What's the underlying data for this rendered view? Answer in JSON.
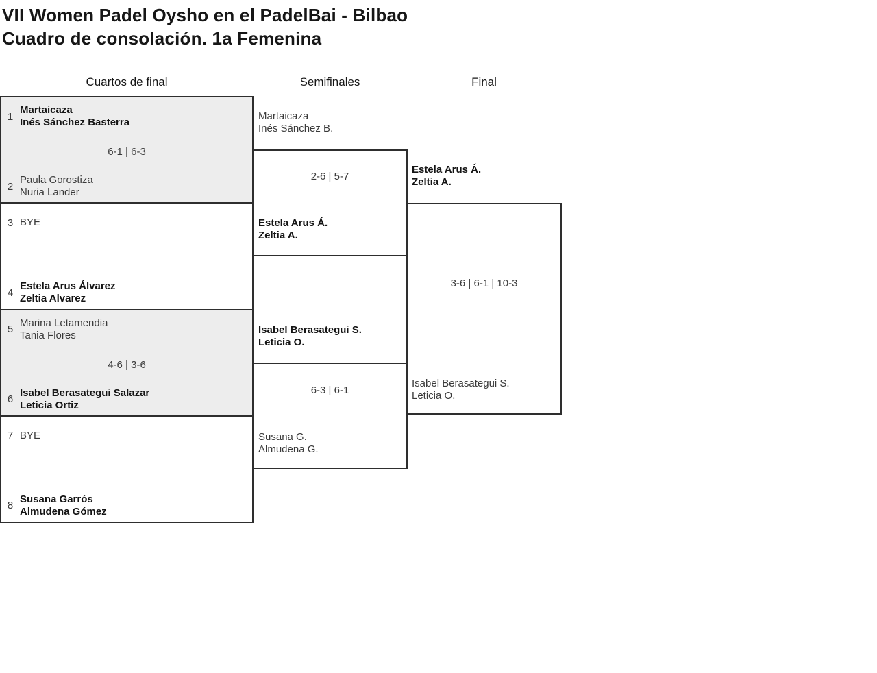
{
  "header": {
    "title_line1": "VII Women Padel Oysho en el PadelBai - Bilbao",
    "title_line2": "Cuadro de consolación. 1a Femenina"
  },
  "rounds": {
    "quarterfinals_label": "Cuartos de final",
    "semifinals_label": "Semifinales",
    "final_label": "Final"
  },
  "colors": {
    "shaded_match_bg": "#ededed",
    "border": "#2e2e2e",
    "winner_text": "#141414",
    "regular_text": "#3a3a3a"
  },
  "quarterfinals": [
    {
      "seed_top": "1",
      "team_top_line1": "Martaicaza",
      "team_top_line2": "Inés Sánchez Basterra",
      "team_top_winner": true,
      "score": "6-1 | 6-3",
      "seed_bottom": "2",
      "team_bottom_line1": "Paula Gorostiza",
      "team_bottom_line2": "Nuria Lander",
      "team_bottom_winner": false,
      "shaded": true
    },
    {
      "seed_top": "3",
      "team_top_line1": "BYE",
      "team_top_line2": "",
      "team_top_winner": false,
      "score": "",
      "seed_bottom": "4",
      "team_bottom_line1": "Estela Arus Álvarez",
      "team_bottom_line2": "Zeltia Alvarez",
      "team_bottom_winner": true,
      "shaded": false
    },
    {
      "seed_top": "5",
      "team_top_line1": "Marina Letamendia",
      "team_top_line2": "Tania Flores",
      "team_top_winner": false,
      "score": "4-6 | 3-6",
      "seed_bottom": "6",
      "team_bottom_line1": "Isabel Berasategui Salazar",
      "team_bottom_line2": "Leticia Ortiz",
      "team_bottom_winner": true,
      "shaded": true
    },
    {
      "seed_top": "7",
      "team_top_line1": "BYE",
      "team_top_line2": "",
      "team_top_winner": false,
      "score": "",
      "seed_bottom": "8",
      "team_bottom_line1": "Susana Garrós",
      "team_bottom_line2": "Almudena Gómez",
      "team_bottom_winner": true,
      "shaded": false
    }
  ],
  "semifinals": [
    {
      "team_top_line1": "Martaicaza",
      "team_top_line2": "Inés Sánchez B.",
      "team_top_winner": false,
      "score": "2-6 | 5-7",
      "team_bottom_line1": "Estela Arus Á.",
      "team_bottom_line2": "Zeltia A.",
      "team_bottom_winner": true
    },
    {
      "team_top_line1": "Isabel Berasategui S.",
      "team_top_line2": "Leticia O.",
      "team_top_winner": true,
      "score": "6-3 | 6-1",
      "team_bottom_line1": "Susana G.",
      "team_bottom_line2": "Almudena G.",
      "team_bottom_winner": false
    }
  ],
  "final": {
    "team_top_line1": "Estela Arus Á.",
    "team_top_line2": "Zeltia A.",
    "team_top_winner": true,
    "score": "3-6 | 6-1 | 10-3",
    "team_bottom_line1": "Isabel Berasategui S.",
    "team_bottom_line2": "Leticia O.",
    "team_bottom_winner": false
  }
}
